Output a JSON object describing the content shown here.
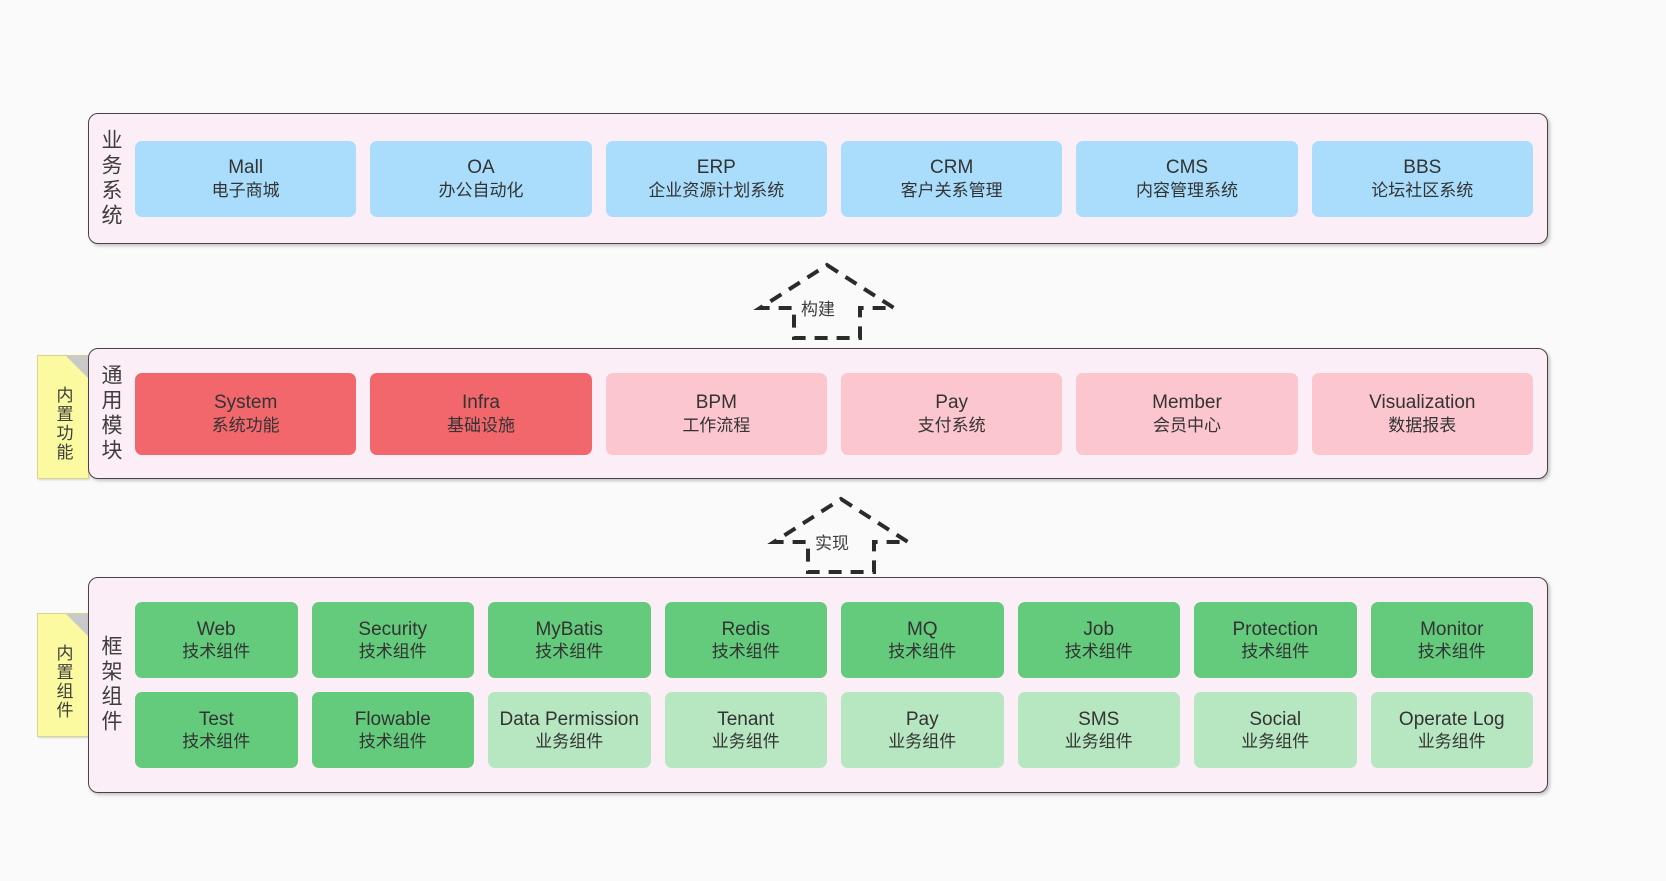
{
  "palette": {
    "background": "#fafafa",
    "panel_fill": "#fbeef6",
    "panel_border": "#4b414b",
    "blue": "#a9ddfb",
    "red": "#f2676c",
    "pink": "#fcc6ce",
    "green": "#63cb7b",
    "green_light": "#b7e7c0",
    "sticky_yellow": "#fcfaa0",
    "sticky_fold": "#c9c9c9"
  },
  "layers": [
    {
      "id": "business-system",
      "title": "业务系统",
      "rows": [
        [
          {
            "name": "Mall",
            "desc": "电子商城",
            "color": "c-blue"
          },
          {
            "name": "OA",
            "desc": "办公自动化",
            "color": "c-blue"
          },
          {
            "name": "ERP",
            "desc": "企业资源计划系统",
            "color": "c-blue"
          },
          {
            "name": "CRM",
            "desc": "客户关系管理",
            "color": "c-blue"
          },
          {
            "name": "CMS",
            "desc": "内容管理系统",
            "color": "c-blue"
          },
          {
            "name": "BBS",
            "desc": "论坛社区系统",
            "color": "c-blue"
          }
        ]
      ]
    },
    {
      "id": "common-module",
      "title": "通用模块",
      "sticky": "内置功能",
      "rows": [
        [
          {
            "name": "System",
            "desc": "系统功能",
            "color": "c-red"
          },
          {
            "name": "Infra",
            "desc": "基础设施",
            "color": "c-red"
          },
          {
            "name": "BPM",
            "desc": "工作流程",
            "color": "c-pink"
          },
          {
            "name": "Pay",
            "desc": "支付系统",
            "color": "c-pink"
          },
          {
            "name": "Member",
            "desc": "会员中心",
            "color": "c-pink"
          },
          {
            "name": "Visualization",
            "desc": "数据报表",
            "color": "c-pink"
          }
        ]
      ]
    },
    {
      "id": "framework-component",
      "title": "框架组件",
      "sticky": "内置组件",
      "rows": [
        [
          {
            "name": "Web",
            "desc": "技术组件",
            "color": "c-green"
          },
          {
            "name": "Security",
            "desc": "技术组件",
            "color": "c-green"
          },
          {
            "name": "MyBatis",
            "desc": "技术组件",
            "color": "c-green"
          },
          {
            "name": "Redis",
            "desc": "技术组件",
            "color": "c-green"
          },
          {
            "name": "MQ",
            "desc": "技术组件",
            "color": "c-green"
          },
          {
            "name": "Job",
            "desc": "技术组件",
            "color": "c-green"
          },
          {
            "name": "Protection",
            "desc": "技术组件",
            "color": "c-green"
          },
          {
            "name": "Monitor",
            "desc": "技术组件",
            "color": "c-green"
          }
        ],
        [
          {
            "name": "Test",
            "desc": "技术组件",
            "color": "c-green"
          },
          {
            "name": "Flowable",
            "desc": "技术组件",
            "color": "c-green"
          },
          {
            "name": "Data Permission",
            "desc": "业务组件",
            "color": "c-green-light"
          },
          {
            "name": "Tenant",
            "desc": "业务组件",
            "color": "c-green-light"
          },
          {
            "name": "Pay",
            "desc": "业务组件",
            "color": "c-green-light"
          },
          {
            "name": "SMS",
            "desc": "业务组件",
            "color": "c-green-light"
          },
          {
            "name": "Social",
            "desc": "业务组件",
            "color": "c-green-light"
          },
          {
            "name": "Operate Log",
            "desc": "业务组件",
            "color": "c-green-light"
          }
        ]
      ]
    }
  ],
  "arrows": [
    {
      "id": "build",
      "label": "构建"
    },
    {
      "id": "implement",
      "label": "实现"
    }
  ]
}
